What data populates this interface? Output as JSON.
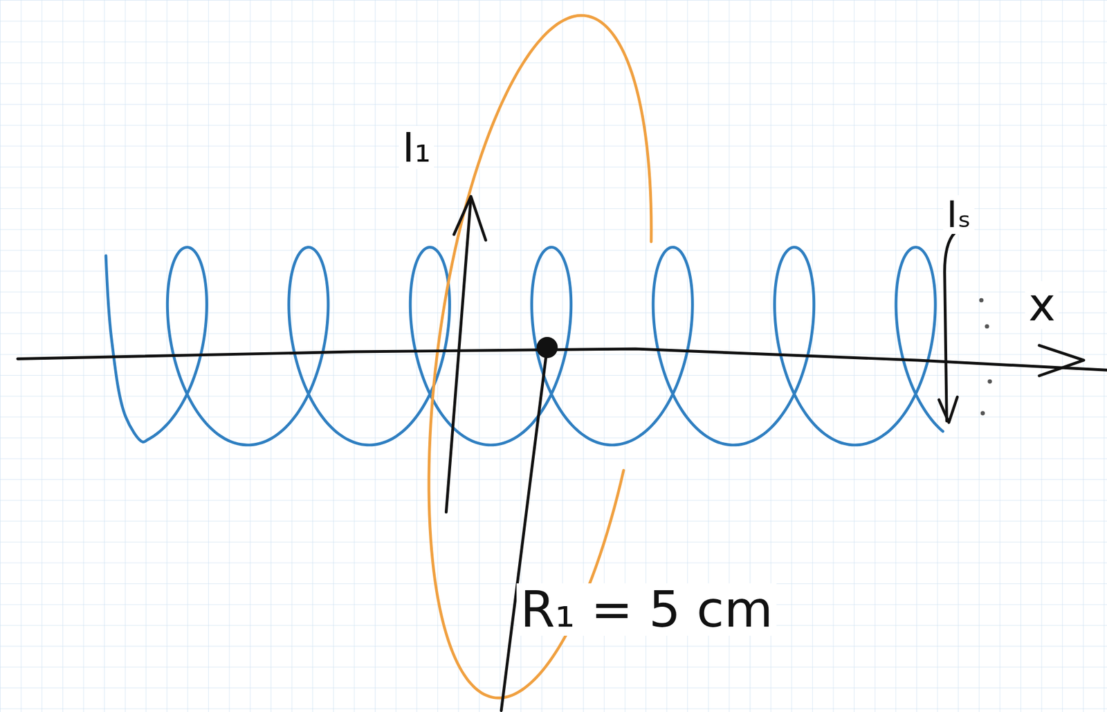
{
  "diagram": {
    "labels": [
      "I₁",
      "Iₛ",
      "x",
      "R₁ = 5 cm"
    ]
  }
}
